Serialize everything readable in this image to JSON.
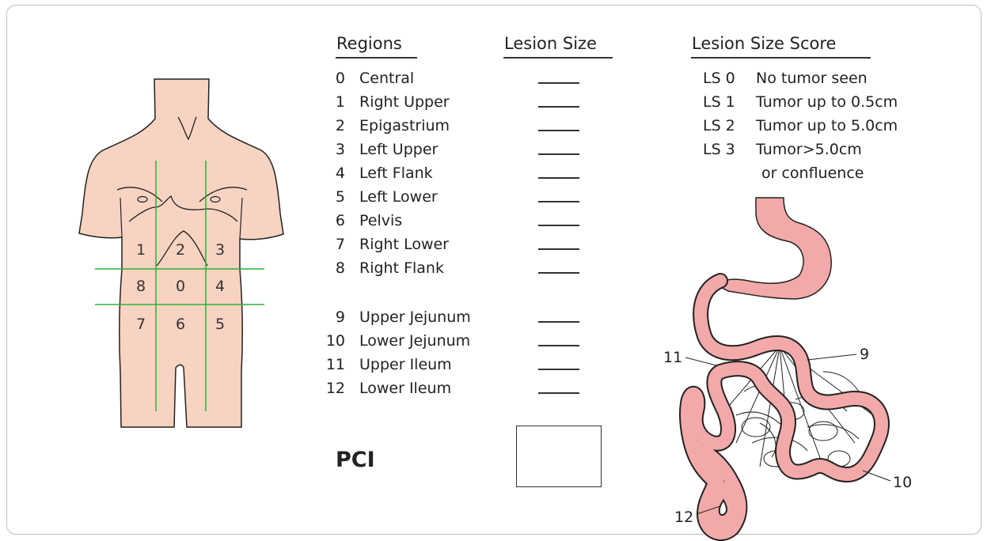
{
  "headers": {
    "regions": "Regions",
    "lesion_size": "Lesion Size",
    "lesion_size_score": "Lesion Size Score"
  },
  "regions": [
    {
      "num": "0",
      "name": "Central"
    },
    {
      "num": "1",
      "name": "Right Upper"
    },
    {
      "num": "2",
      "name": "Epigastrium"
    },
    {
      "num": "3",
      "name": "Left Upper"
    },
    {
      "num": "4",
      "name": "Left Flank"
    },
    {
      "num": "5",
      "name": "Left Lower"
    },
    {
      "num": "6",
      "name": "Pelvis"
    },
    {
      "num": "7",
      "name": "Right Lower"
    },
    {
      "num": "8",
      "name": "Right Flank"
    },
    {
      "num": "9",
      "name": "Upper Jejunum"
    },
    {
      "num": "10",
      "name": "Lower Jejunum"
    },
    {
      "num": "11",
      "name": "Upper Ileum"
    },
    {
      "num": "12",
      "name": "Lower Ileum"
    }
  ],
  "scores": [
    {
      "code": "LS 0",
      "desc": "No tumor seen"
    },
    {
      "code": "LS 1",
      "desc": "Tumor up to 0.5cm"
    },
    {
      "code": "LS 2",
      "desc": "Tumor up to 5.0cm"
    },
    {
      "code": "LS 3",
      "desc": "Tumor>5.0cm"
    }
  ],
  "score_note": "or confluence",
  "pci_label": "PCI",
  "body_grid_labels": [
    "1",
    "2",
    "3",
    "8",
    "0",
    "4",
    "7",
    "6",
    "5"
  ],
  "intestine_callouts": [
    "11",
    "9",
    "10",
    "12"
  ],
  "colors": {
    "skin": "#f9d3c1",
    "bowel": "#f3a9a9",
    "grid": "#2eb135",
    "outline": "#222222"
  }
}
